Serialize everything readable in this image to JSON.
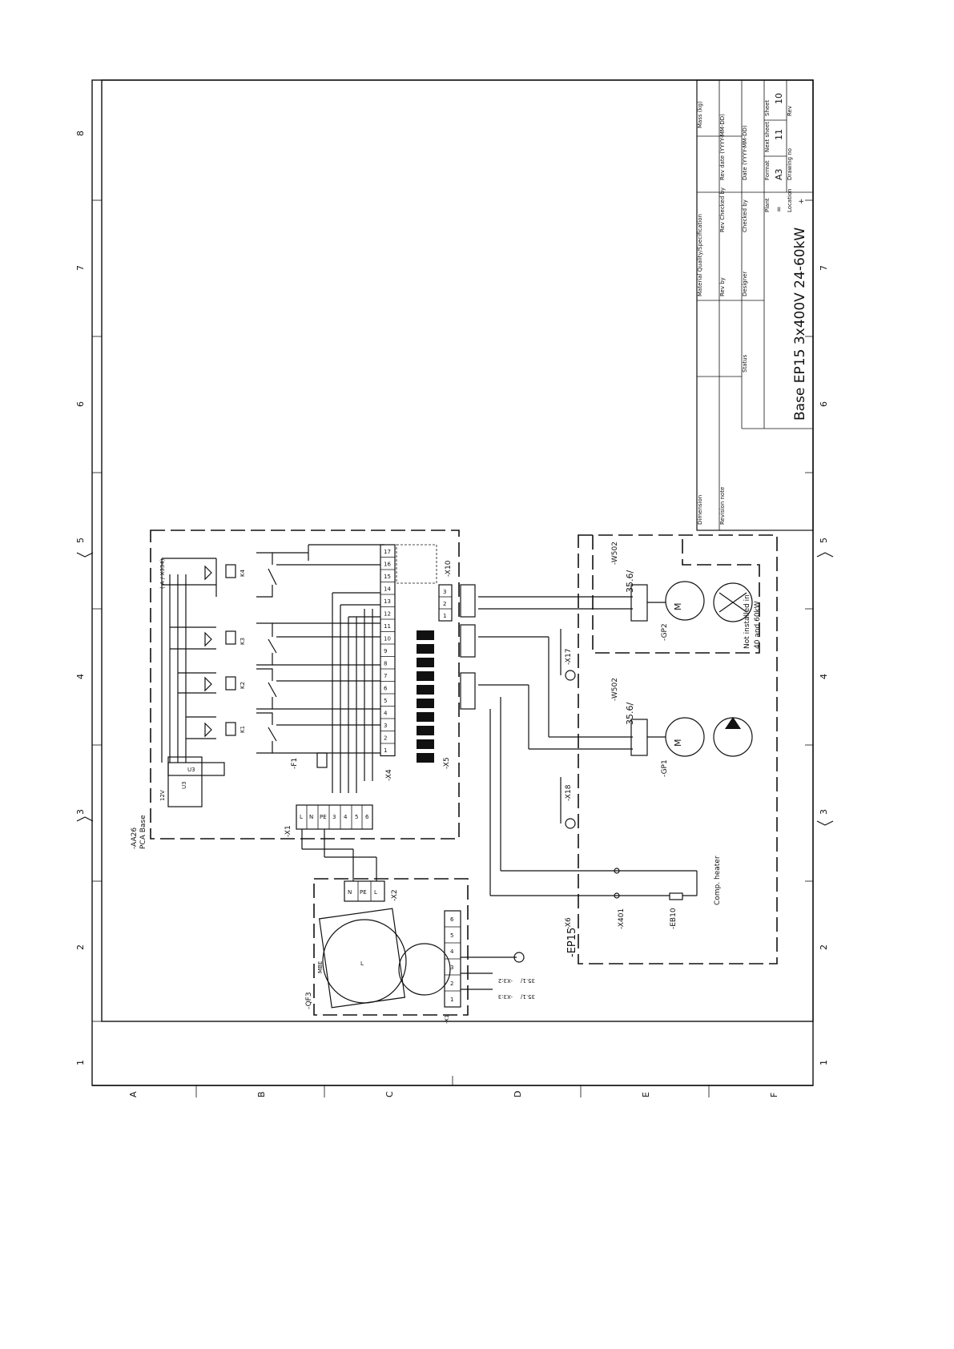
{
  "frame": {
    "side_numbers_left": [
      "1",
      "2",
      "3",
      "4",
      "5",
      "6",
      "7",
      "8"
    ],
    "side_numbers_right": [
      "1",
      "2",
      "3",
      "4",
      "5",
      "6",
      "7"
    ],
    "bottom_letters": [
      "A",
      "B",
      "C",
      "D",
      "E",
      "F"
    ]
  },
  "title_block": {
    "dimension": "Dimension",
    "revision_note": "Revision note",
    "status": "Status",
    "material": "Material Quality/Specification",
    "rev_by": "Rev by",
    "rev_checked_by": "Rev Checked by",
    "rev_date": "Rev date (YYYY-MM-DD)",
    "mass": "Mass (kg)",
    "designer": "Designer",
    "checked_by": "Checked by",
    "date": "Date (YYYY-MM-DD)",
    "plant_label": "Plant",
    "plant_value": "=",
    "format_label": "Format",
    "format_value": "A3",
    "next_sheet_label": "Next sheet",
    "next_sheet_value": "11",
    "sheet_label": "Sheet",
    "sheet_value": "10",
    "location_label": "Location",
    "location_value": "+",
    "drawing_no": "Drawing no",
    "rev": "Rev",
    "title": "Base EP15 3x400V 24-60kW"
  },
  "components": {
    "board_ref": "-AA26",
    "board_name": "PCA Base",
    "x1": "-X1",
    "x2": "-X2",
    "x4": "-X4",
    "x5": "-X5",
    "x6": "-X6",
    "x10": "-X10",
    "x17": "-X17",
    "x18": "-X18",
    "x401": "-X401",
    "f1": "-F1",
    "qf3": "-QF3",
    "ep15": "-EP15",
    "gp1": "-GP1",
    "gp2": "-GP2",
    "w502_a": "-W502",
    "w502_b": "-W502",
    "eb10": "-EB10",
    "comp_heater": "Comp. heater",
    "not_installed_1": "Not installed in",
    "not_installed_2": "40 and 60kW",
    "ref_a": "35.6/",
    "ref_b": "35.6/",
    "u3": "U3",
    "u3b": "U3",
    "v12": "12V",
    "x3_ref": "-X3:2",
    "x3_ref2": "-X3:3",
    "ref_x33": "35.1/",
    "ref_x32": "35.1/",
    "k1": "K1",
    "k2": "K2",
    "k3": "K3",
    "k4": "K4",
    "ka": "( A / X334)",
    "mbe": "MBE",
    "x1_terms": [
      "L",
      "N",
      "PE",
      "3",
      "4",
      "5",
      "6"
    ],
    "x2_terms": [
      "N",
      "PE",
      "L"
    ],
    "x4_terms": [
      "1",
      "2",
      "3",
      "4",
      "5",
      "6",
      "7",
      "8",
      "9",
      "10",
      "11",
      "12",
      "13",
      "14",
      "15",
      "16",
      "17"
    ],
    "x10_terms": [
      "1",
      "2",
      "3"
    ],
    "qf_terms": [
      "1",
      "2",
      "3",
      "4",
      "5",
      "6"
    ]
  }
}
